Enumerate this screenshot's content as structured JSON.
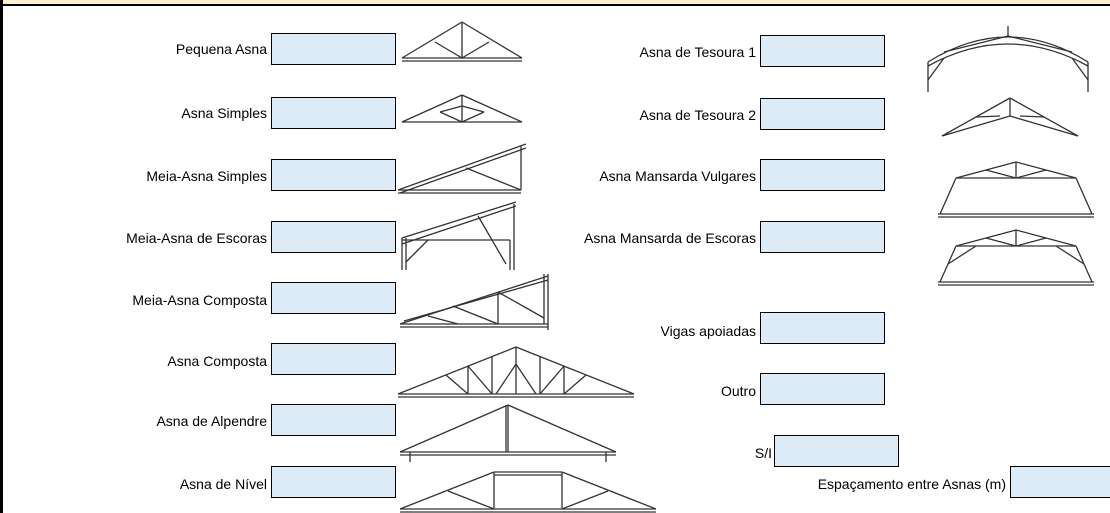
{
  "left_items": [
    {
      "label": "Pequena Asna",
      "value": ""
    },
    {
      "label": "Asna Simples",
      "value": ""
    },
    {
      "label": "Meia-Asna Simples",
      "value": ""
    },
    {
      "label": "Meia-Asna de Escoras",
      "value": ""
    },
    {
      "label": "Meia-Asna Composta",
      "value": ""
    },
    {
      "label": "Asna Composta",
      "value": ""
    },
    {
      "label": "Asna de Alpendre",
      "value": ""
    },
    {
      "label": "Asna de Nível",
      "value": ""
    }
  ],
  "right_items": [
    {
      "label": "Asna de Tesoura 1",
      "value": ""
    },
    {
      "label": "Asna de Tesoura 2",
      "value": ""
    },
    {
      "label": "Asna Mansarda Vulgares",
      "value": ""
    },
    {
      "label": "Asna Mansarda de Escoras",
      "value": ""
    },
    {
      "label": "Vigas apoiadas",
      "value": ""
    },
    {
      "label": "Outro",
      "value": ""
    },
    {
      "label": "S/I",
      "value": ""
    }
  ],
  "spacing": {
    "label": "Espaçamento entre Asnas (m)",
    "value": ""
  },
  "colors": {
    "field_fill": "#ddebf7",
    "top_bar": "#fdf2cc"
  }
}
